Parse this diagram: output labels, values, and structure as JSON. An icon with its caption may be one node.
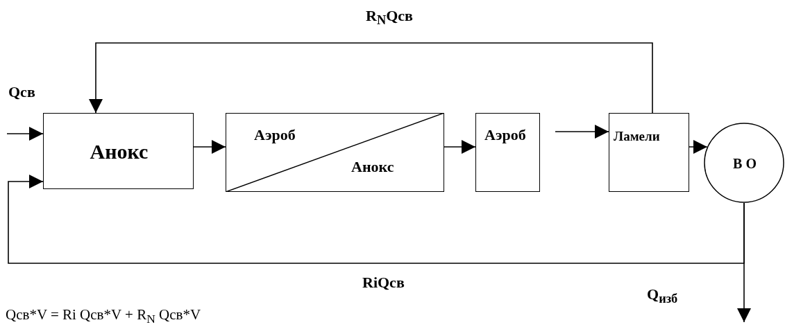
{
  "diagram": {
    "nodes": [
      {
        "text": [
          "Анокс"
        ]
      },
      {
        "text": [
          "Аэроб",
          "Анокс"
        ]
      },
      {
        "text": [
          "Аэроб"
        ]
      },
      {
        "text": [
          "Ламели"
        ]
      },
      {
        "text": [
          "В О"
        ]
      }
    ],
    "edges": [
      {
        "from": null,
        "to": 0,
        "arrow": "to",
        "label": "Qсв"
      },
      {
        "from": 3,
        "to": 0,
        "arrow": "to",
        "label": "R$_{N}$Qсв"
      },
      {
        "from": 0,
        "to": 1,
        "arrow": "to"
      },
      {
        "from": 1,
        "to": 2,
        "arrow": "to"
      },
      {
        "from": 2,
        "to": 3,
        "arrow": "to"
      },
      {
        "from": 3,
        "to": 4,
        "arrow": "to"
      },
      {
        "from": 4,
        "to": 0,
        "arrow": "to",
        "label": "RiQсв"
      },
      {
        "from": 4,
        "to": null,
        "arrow": "to",
        "label": "Q$_{изб}$"
      }
    ],
    "labels": [
      "Qсв*V = Ri Qсв*V + R$_{N}$ Qсв*V"
    ]
  }
}
